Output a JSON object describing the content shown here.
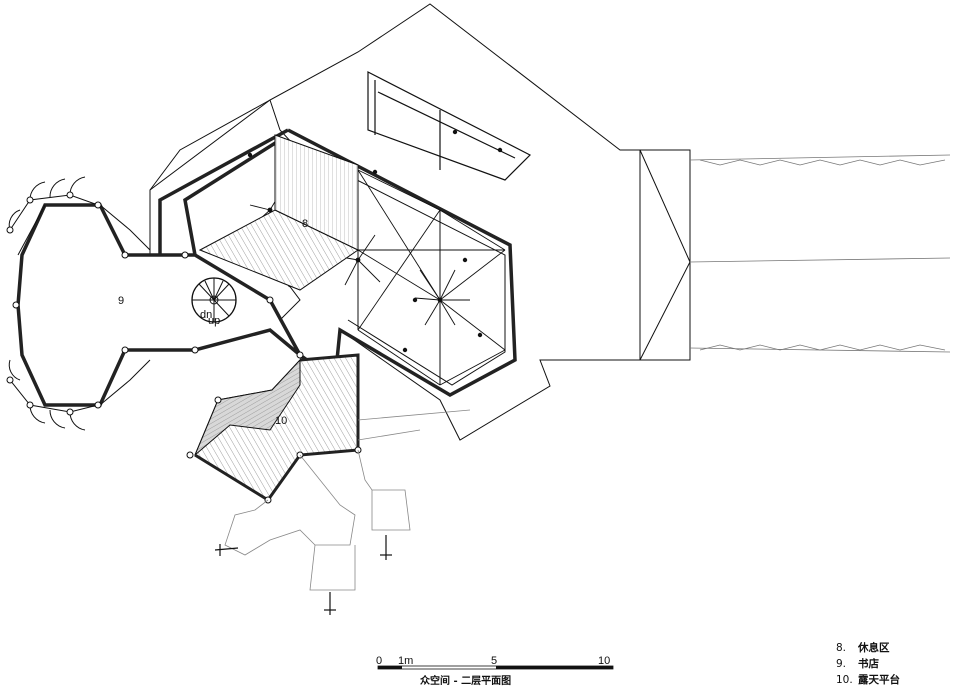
{
  "drawing": {
    "title": "众空间 - 二层平面图",
    "room_labels": [
      {
        "id": "8",
        "text": "8"
      },
      {
        "id": "9",
        "text": "9"
      },
      {
        "id": "10",
        "text": "10"
      }
    ],
    "stair_labels": {
      "dn": "dn",
      "up": "up"
    }
  },
  "scale_bar": {
    "ticks": [
      "0",
      "1m",
      "5",
      "10"
    ]
  },
  "legend": [
    {
      "num": "8.",
      "text": "休息区"
    },
    {
      "num": "9.",
      "text": "书店"
    },
    {
      "num": "10.",
      "text": "露天平台"
    }
  ]
}
